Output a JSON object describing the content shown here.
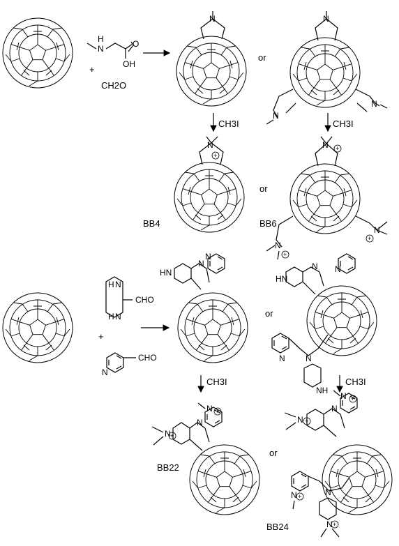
{
  "labels": {
    "ch2o": "CH2O",
    "plus": "+",
    "or": "or",
    "ch3i": "CH3I",
    "cho": "CHO",
    "oh": "OH",
    "o": "O",
    "n": "N",
    "h": "H",
    "hn": "HN",
    "nh": "NH",
    "charge": "+"
  },
  "products": {
    "bb4": "BB4",
    "bb6": "BB6",
    "bb22": "BB22",
    "bb24": "BB24"
  }
}
